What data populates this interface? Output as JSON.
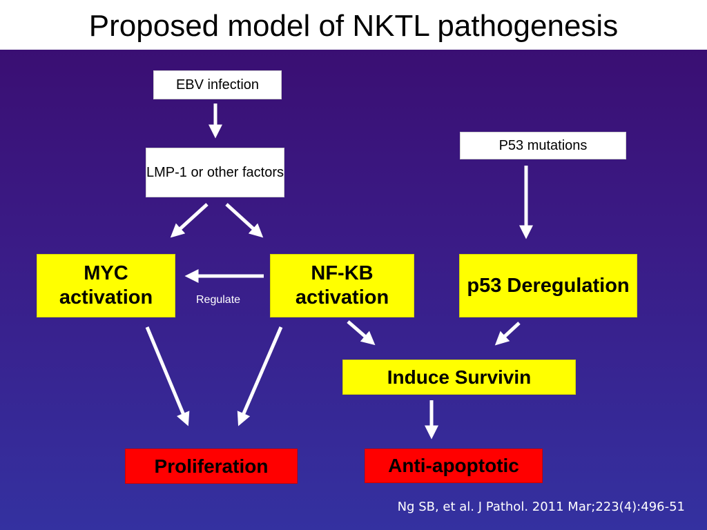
{
  "title": "Proposed model of NKTL pathogenesis",
  "nodes": {
    "ebv": "EBV infection",
    "lmp1": "LMP-1 or other factors",
    "p53_mut": "P53 mutations",
    "myc": "MYC activation",
    "nfkb": "NF-KB activation",
    "p53_dereg": "p53 Deregulation",
    "survivin": "Induce Survivin",
    "prolif": "Proliferation",
    "antiapop": "Anti-apoptotic"
  },
  "edge_labels": {
    "regulate": "Regulate"
  },
  "citation": "Ng SB, et al. J Pathol. 2011 Mar;223(4):496-51",
  "colors": {
    "process_box": "#ffff00",
    "outcome_box": "#ff0000",
    "input_box": "#ffffff",
    "arrow": "#ffffff"
  }
}
